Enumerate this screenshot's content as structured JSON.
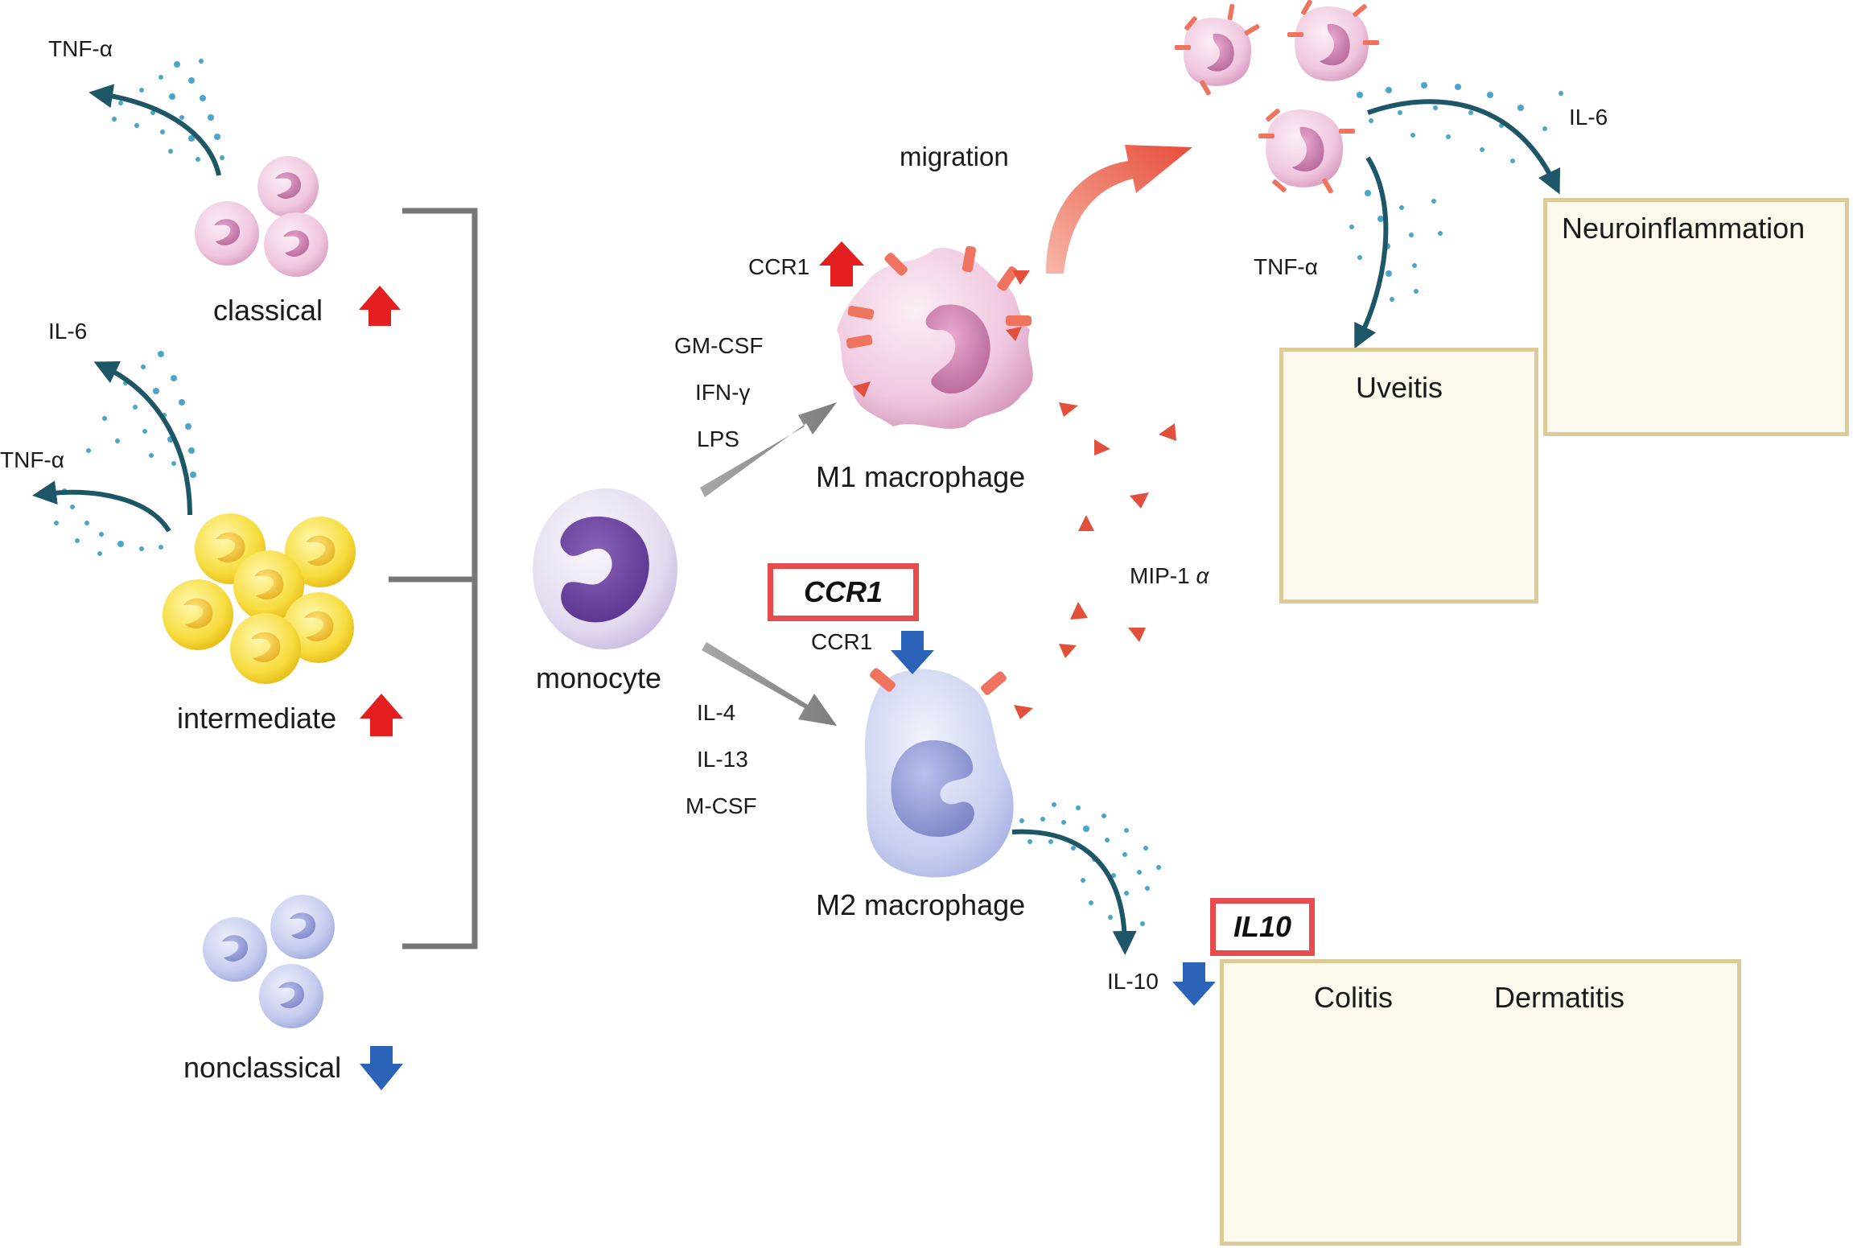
{
  "monocyte_subsets": {
    "classical": {
      "label": "classical",
      "cytokine": "TNF-α",
      "trend": "up"
    },
    "intermediate": {
      "label": "intermediate",
      "cytokines": [
        "IL-6",
        "TNF-α"
      ],
      "trend": "up"
    },
    "nonclassical": {
      "label": "nonclassical",
      "trend": "down"
    }
  },
  "monocyte": {
    "label": "monocyte"
  },
  "m1": {
    "label": "M1 macrophage",
    "stimuli": [
      "GM-CSF",
      "IFN-γ",
      "LPS"
    ],
    "receptor": "CCR1",
    "receptor_trend": "up",
    "migration": "migration"
  },
  "m2": {
    "label": "M2 macrophage",
    "stimuli": [
      "IL-4",
      "IL-13",
      "M-CSF"
    ],
    "receptor": "CCR1",
    "receptor_trend": "down",
    "cytokine": "IL-10",
    "cytokine_trend": "down"
  },
  "chemokine": {
    "label": "MIP-1",
    "symbol": "α"
  },
  "genes": {
    "ccr1": "CCR1",
    "il10": "IL10"
  },
  "migrated_cytokines": {
    "il6": "IL-6",
    "tnf": "TNF-α"
  },
  "diseases": {
    "neuro": "Neuroinflammation",
    "uveitis": "Uveitis",
    "colitis": "Colitis",
    "dermatitis": "Dermatitis"
  },
  "colors": {
    "up_arrow": "#e41e1e",
    "down_arrow": "#2a63b8",
    "gene_box": "#e84b4b",
    "panel_border": "#dccb97",
    "cytokine_arrow": "#1d5666",
    "chemokine": "#e2503c"
  }
}
